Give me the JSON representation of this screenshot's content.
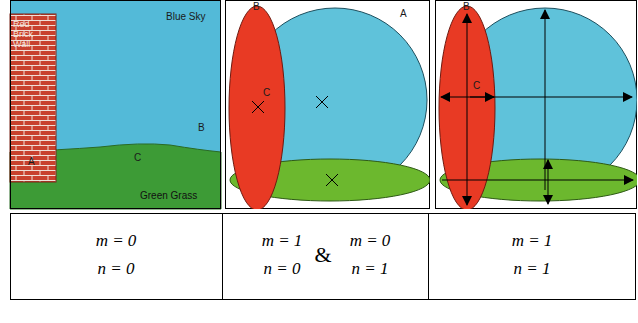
{
  "diagram": {
    "labels": [
      "Blue Sky",
      "Red Brick Wall",
      "B",
      "A",
      "C",
      "Green Grass",
      "B",
      "A",
      "C",
      "B",
      "C",
      "m = 0",
      "n = 0",
      "m = 1",
      "n = 0",
      "&",
      "m = 0",
      "n = 1",
      "m = 1",
      "n = 1"
    ]
  }
}
